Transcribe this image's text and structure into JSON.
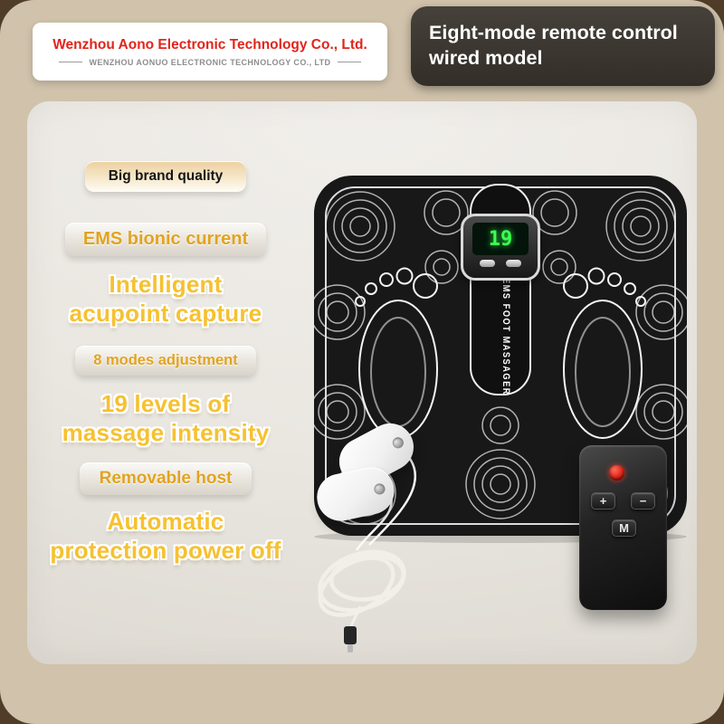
{
  "header": {
    "company_name": "Wenzhou Aono Electronic Technology Co., Ltd.",
    "company_name_en": "WENZHOU AONUO ELECTRONIC TECHNOLOGY CO., LTD",
    "badge_title": "Eight-mode remote control wired model"
  },
  "features": [
    {
      "label": "Big brand quality"
    },
    {
      "label": "EMS bionic current"
    },
    {
      "line1": "Intelligent",
      "line2": "acupoint capture"
    },
    {
      "label": "8 modes adjustment"
    },
    {
      "line1": "19 levels of",
      "line2": "massage intensity"
    },
    {
      "label": "Removable host"
    },
    {
      "line1": "Automatic",
      "line2": "protection power off"
    }
  ],
  "product": {
    "mat_text": "EMS FOOT MASSAGER",
    "display_value": "19",
    "remote": {
      "plus": "+",
      "minus": "−",
      "mode": "M"
    }
  },
  "colors": {
    "accent_gold": "#f6c131",
    "brand_red": "#e2241b",
    "background_tan": "#d0c2ab",
    "frame_brown": "#4f3d2a",
    "badge_dark": "#37322c",
    "led_green": "#3dff52"
  }
}
